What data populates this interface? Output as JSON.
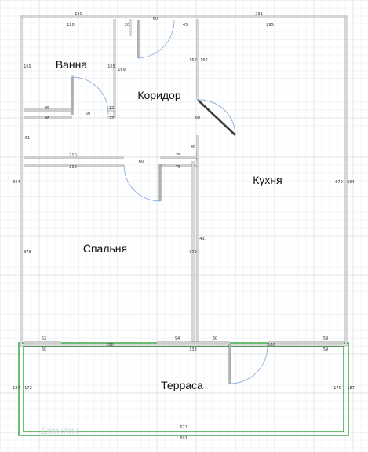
{
  "rooms": {
    "bathroom": "Ванна",
    "corridor": "Коридор",
    "kitchen": "Кухня",
    "bedroom": "Спальня",
    "terrace": "Терраса"
  },
  "dimensions": {
    "top_left": "250",
    "top_door": "60",
    "top_right": "391",
    "bath_top": "120",
    "corr_top_small": "20",
    "corr_top": "45",
    "kitchen_top": "295",
    "bath_left": "169",
    "bath_right": "165",
    "corr_left": "169",
    "corr_right_upper": "162",
    "kitchen_left_upper": "162",
    "bath_bottom_left": "95",
    "bath_door": "60",
    "bath_end": "12",
    "bath_lower_left": "98",
    "bath_lower_right": "22",
    "corr_door": "60",
    "corr_right_lower": "48",
    "left_small": "61",
    "bed_top_outer": "210",
    "bed_top_right": "75",
    "bed_top_inner": "210",
    "bed_door": "60",
    "bed_top_inner_right": "75",
    "left_total": "664",
    "right_total": "664",
    "kitchen_right": "679",
    "kitchen_left": "437",
    "bed_left": "378",
    "bed_right": "379",
    "bed_bottom_1": "52",
    "bed_bottom_2": "200",
    "bed_bottom_3": "94",
    "kitchen_bottom_door": "60",
    "kitchen_bottom_right": "59",
    "ter_top_1": "60",
    "ter_top_2": "133",
    "ter_top_3": "160",
    "ter_top_4": "59",
    "ter_left_outer": "187",
    "ter_left_inner": "172",
    "ter_right_inner": "170",
    "ter_right_outer": "187",
    "ter_bottom_inner": "671",
    "ter_bottom_outer": "691"
  },
  "watermark": "Домклик",
  "colors": {
    "wall": "#3b3b3b",
    "terrace": "#2fa23a",
    "door_arc": "#7fa6d9",
    "grid": "#e6e9ef"
  }
}
